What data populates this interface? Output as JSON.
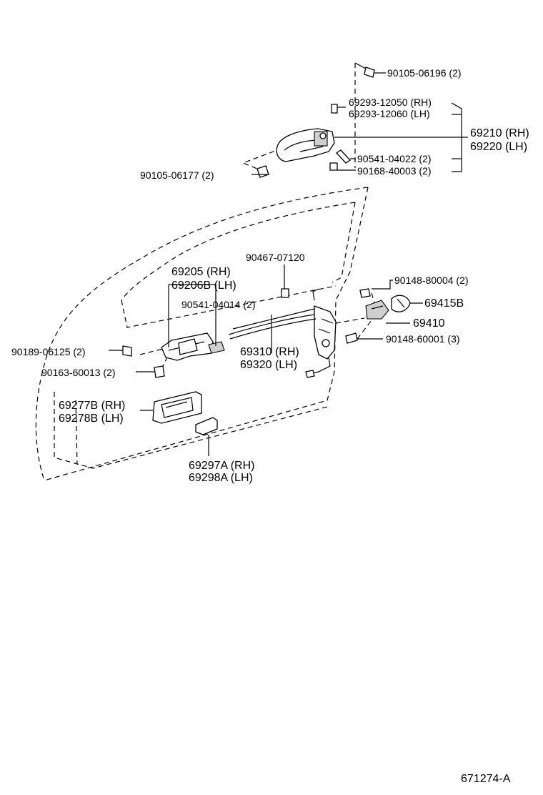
{
  "labels": {
    "p90105_06196": "90105-06196 (2)",
    "p69293_12050": "69293-12050 (RH)",
    "p69293_12060": "69293-12060 (LH)",
    "p69210": "69210 (RH)",
    "p69220": "69220 (LH)",
    "p90541_04022": "90541-04022 (2)",
    "p90168_40003": "90168-40003 (2)",
    "p90105_06177": "90105-06177 (2)",
    "p90467_07120": "90467-07120",
    "p69205": "69205   (RH)",
    "p69206B": "69206B (LH)",
    "p90541_04014": "90541-04014 (2)",
    "p90148_80004": "90148-80004 (2)",
    "p69415B": "69415B",
    "p69410": "69410",
    "p90148_60001": "90148-60001 (3)",
    "p90189_06125": "90189-06125 (2)",
    "p69310": "69310 (RH)",
    "p69320": "69320 (LH)",
    "p90163_60013": "90163-60013 (2)",
    "p69277B": "69277B (RH)",
    "p69278B": "69278B (LH)",
    "p69297A": "69297A (RH)",
    "p69298A": "69298A (LH)",
    "diagram_code": "671274-A"
  }
}
